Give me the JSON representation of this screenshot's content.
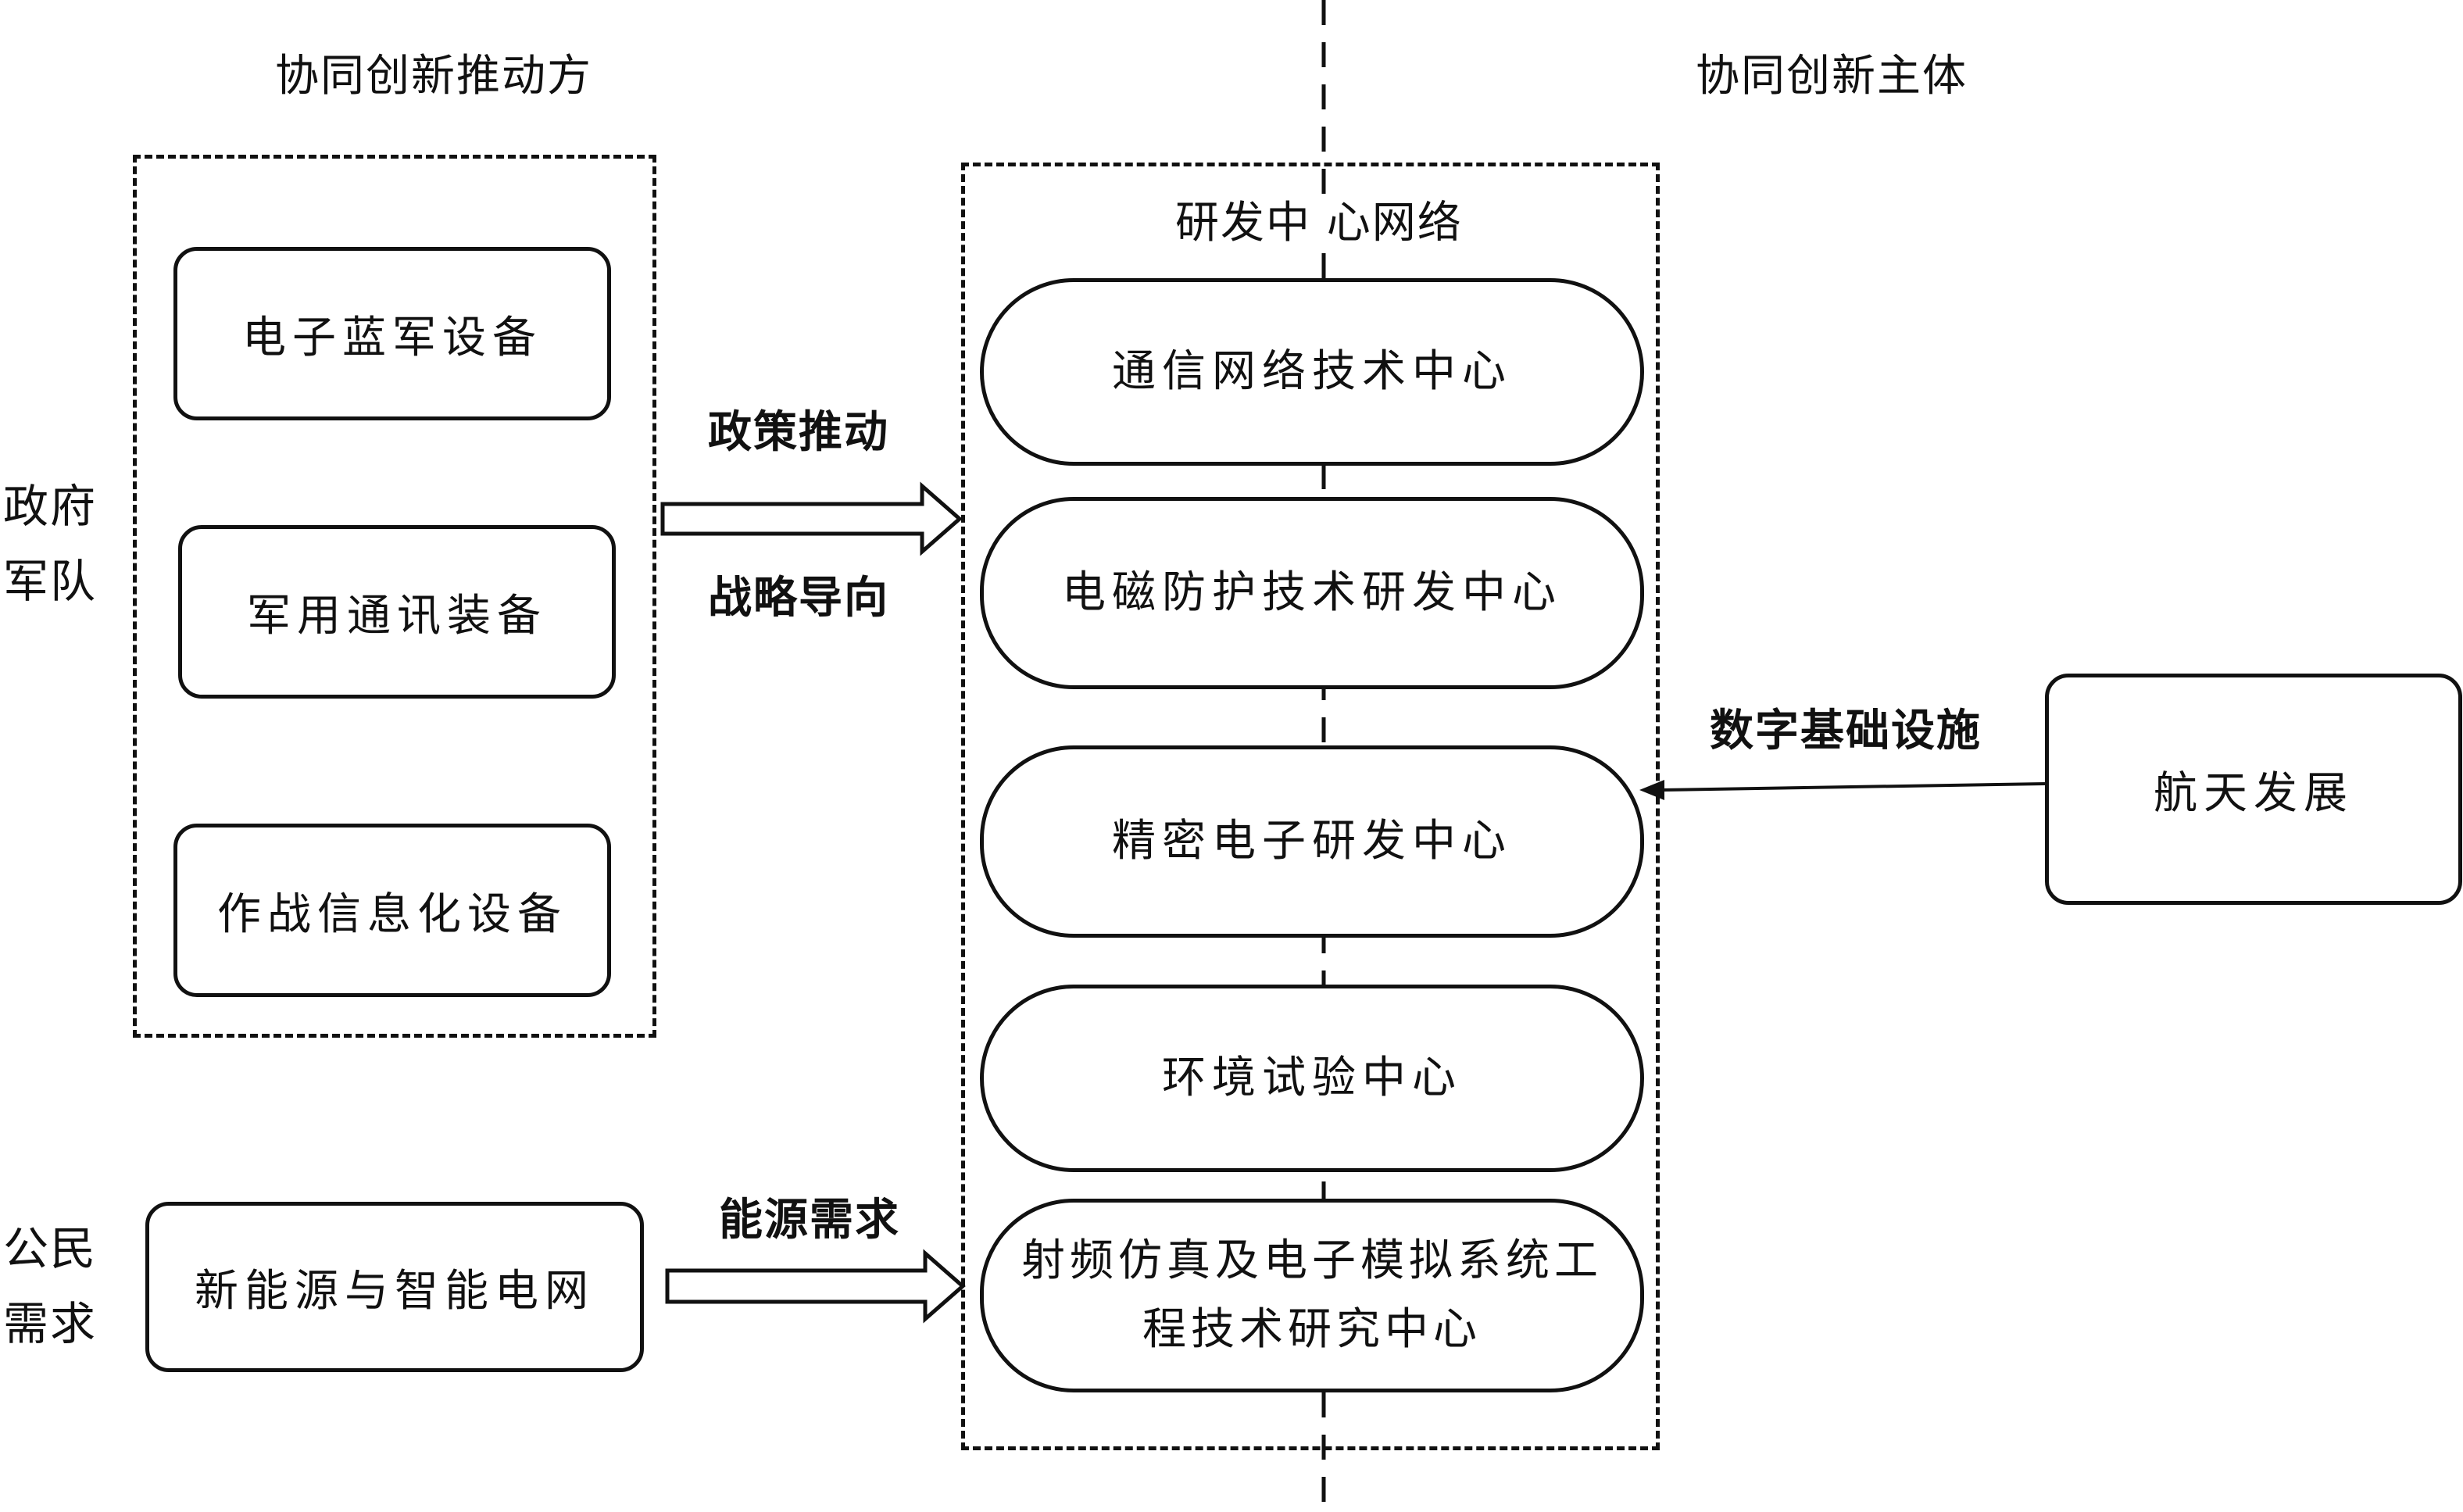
{
  "headings": {
    "left": "协同创新推动方",
    "right": "协同创新主体"
  },
  "side_labels": {
    "gov_military": [
      "政府",
      "军队"
    ],
    "citizen_demand": [
      "公民",
      "需求"
    ]
  },
  "left_group": {
    "items": [
      "电子蓝军设备",
      "军用通讯装备",
      "作战信息化设备"
    ]
  },
  "citizen_box": "新能源与智能电网",
  "center_group": {
    "title": "研发中 心网络",
    "centers": [
      "通信网络技术中心",
      "电磁防护技术研发中心",
      "精密电子研发中心",
      "环境试验中心",
      "射频仿真及电子模拟系统工程技术研究中心"
    ]
  },
  "right_box": "航天发展",
  "arrow_labels": {
    "policy_top": "政策推动",
    "policy_bottom": "战略导向",
    "energy": "能源需求",
    "digital": "数字基础设施"
  }
}
